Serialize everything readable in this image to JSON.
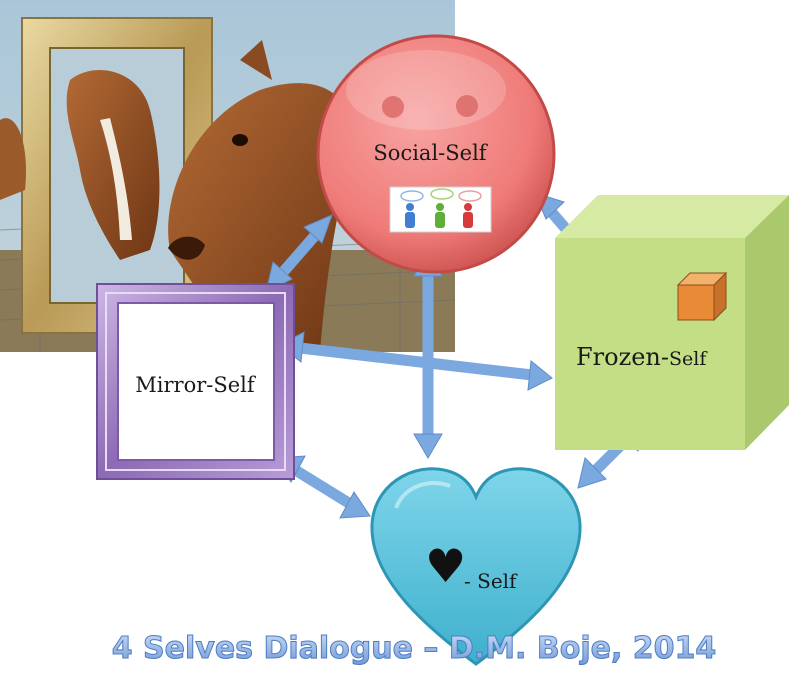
{
  "nodes": {
    "social": {
      "label": "Social-Self"
    },
    "mirror": {
      "label": "Mirror-Self"
    },
    "frozen": {
      "label_a": "Frozen-",
      "label_b": "Self"
    },
    "heart": {
      "symbol": "♥",
      "label": "- Self"
    }
  },
  "caption": {
    "text": "4 Selves Dialogue – D.M. Boje, 2014"
  },
  "colors": {
    "social_fill": "#ef7b78",
    "mirror_frame": "#9d7fbf",
    "frozen_fill": "#c4de86",
    "heart_fill": "#5ec4dc",
    "arrow": "#7aa8df",
    "caption_text": "#8fb0e3"
  },
  "icons": {
    "photo": "horses-with-mirror-photo",
    "people": "people-talking-icon",
    "cube": "orange-cube-icon"
  }
}
